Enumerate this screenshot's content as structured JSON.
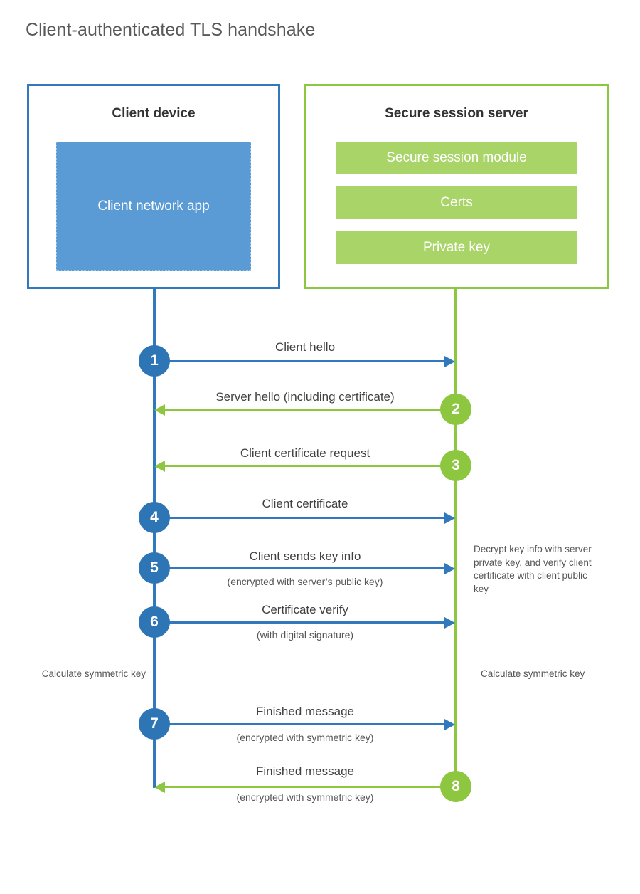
{
  "title": "Client-authenticated TLS handshake",
  "colors": {
    "blue_border": "#3278BD",
    "blue_circle": "#2E75B6",
    "blue_fill": "#5B9BD5",
    "green_border": "#8DC63F",
    "green_circle": "#8DC63F",
    "green_fill": "#A9D468",
    "title_text": "#595959",
    "body_text": "#404040",
    "background": "#FFFFFF"
  },
  "actors": {
    "client": {
      "title": "Client device",
      "app_label": "Client network app"
    },
    "server": {
      "title": "Secure session server",
      "modules": [
        "Secure session module",
        "Certs",
        "Private key"
      ]
    }
  },
  "annotations": {
    "server_decrypt": "Decrypt key info with server private key, and verify client certificate with client public key",
    "client_calculate": "Calculate symmetric key",
    "server_calculate": "Calculate symmetric key"
  },
  "steps": [
    {
      "number": "1",
      "label": "Client hello",
      "sublabel": "",
      "direction": "client-to-server",
      "color": "blue"
    },
    {
      "number": "2",
      "label": "Server hello (including certificate)",
      "sublabel": "",
      "direction": "server-to-client",
      "color": "green"
    },
    {
      "number": "3",
      "label": "Client certificate request",
      "sublabel": "",
      "direction": "server-to-client",
      "color": "green"
    },
    {
      "number": "4",
      "label": "Client certificate",
      "sublabel": "",
      "direction": "client-to-server",
      "color": "blue"
    },
    {
      "number": "5",
      "label": "Client sends key info",
      "sublabel": "(encrypted with server’s public key)",
      "direction": "client-to-server",
      "color": "blue"
    },
    {
      "number": "6",
      "label": "Certificate verify",
      "sublabel": "(with digital signature)",
      "direction": "client-to-server",
      "color": "blue"
    },
    {
      "number": "7",
      "label": "Finished message",
      "sublabel": "(encrypted with symmetric key)",
      "direction": "client-to-server",
      "color": "blue"
    },
    {
      "number": "8",
      "label": "Finished message",
      "sublabel": "(encrypted with symmetric key)",
      "direction": "server-to-client",
      "color": "green"
    }
  ]
}
